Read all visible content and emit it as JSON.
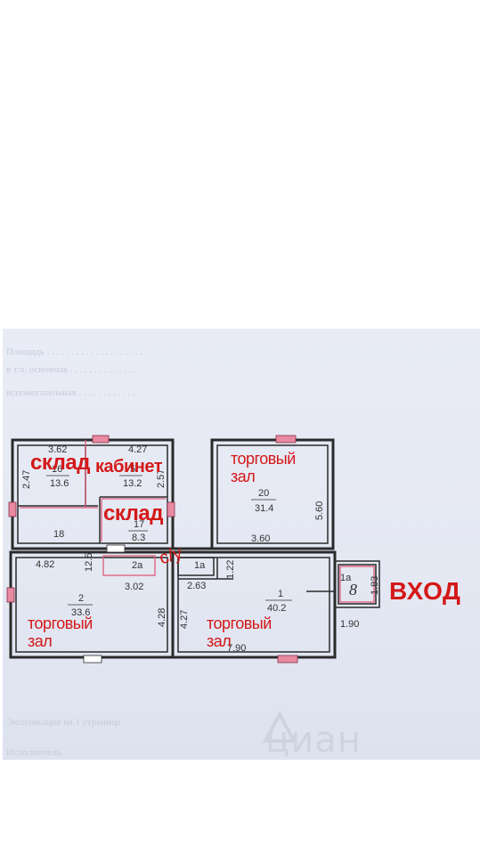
{
  "labels": {
    "sklad_top": "склад",
    "kabinet": "кабинет",
    "sklad_mid": "склад",
    "su": "с/у",
    "zal_top_1": "торговый",
    "zal_top_2": "зал",
    "zal_left_1": "торговый",
    "zal_left_2": "зал",
    "zal_mid_1": "торговый",
    "zal_mid_2": "зал",
    "entry": "ВХОД"
  },
  "dimensions": {
    "d_362": "3.62",
    "d_427_top": "4.27",
    "d_247": "2.47",
    "d_257": "2.57",
    "d_18": "18",
    "d_482": "4.82",
    "d_125": "12.5",
    "d_302": "3.02",
    "d_263": "2.63",
    "d_122": "1.22",
    "d_560": "5.60",
    "d_360": "3.60",
    "d_428": "4.28",
    "d_427_mid": "4.27",
    "d_790": "7.90",
    "d_190": "1.90",
    "d_183": "1.83",
    "d_1a": "1a",
    "d_2a": "2a",
    "d_1a_small": "1a"
  },
  "rooms": {
    "r16_num": "16",
    "r16_area": "13.6",
    "r5_num": "5",
    "r5_area": "13.2",
    "r17_num": "17",
    "r17_area": "8.3",
    "r20_num": "20",
    "r20_area": "31.4",
    "r2_num": "2",
    "r2_area": "33.6",
    "r1_num": "1",
    "r1_area": "40.2",
    "r8_num": "8"
  },
  "watermark": {
    "text": "циан"
  }
}
